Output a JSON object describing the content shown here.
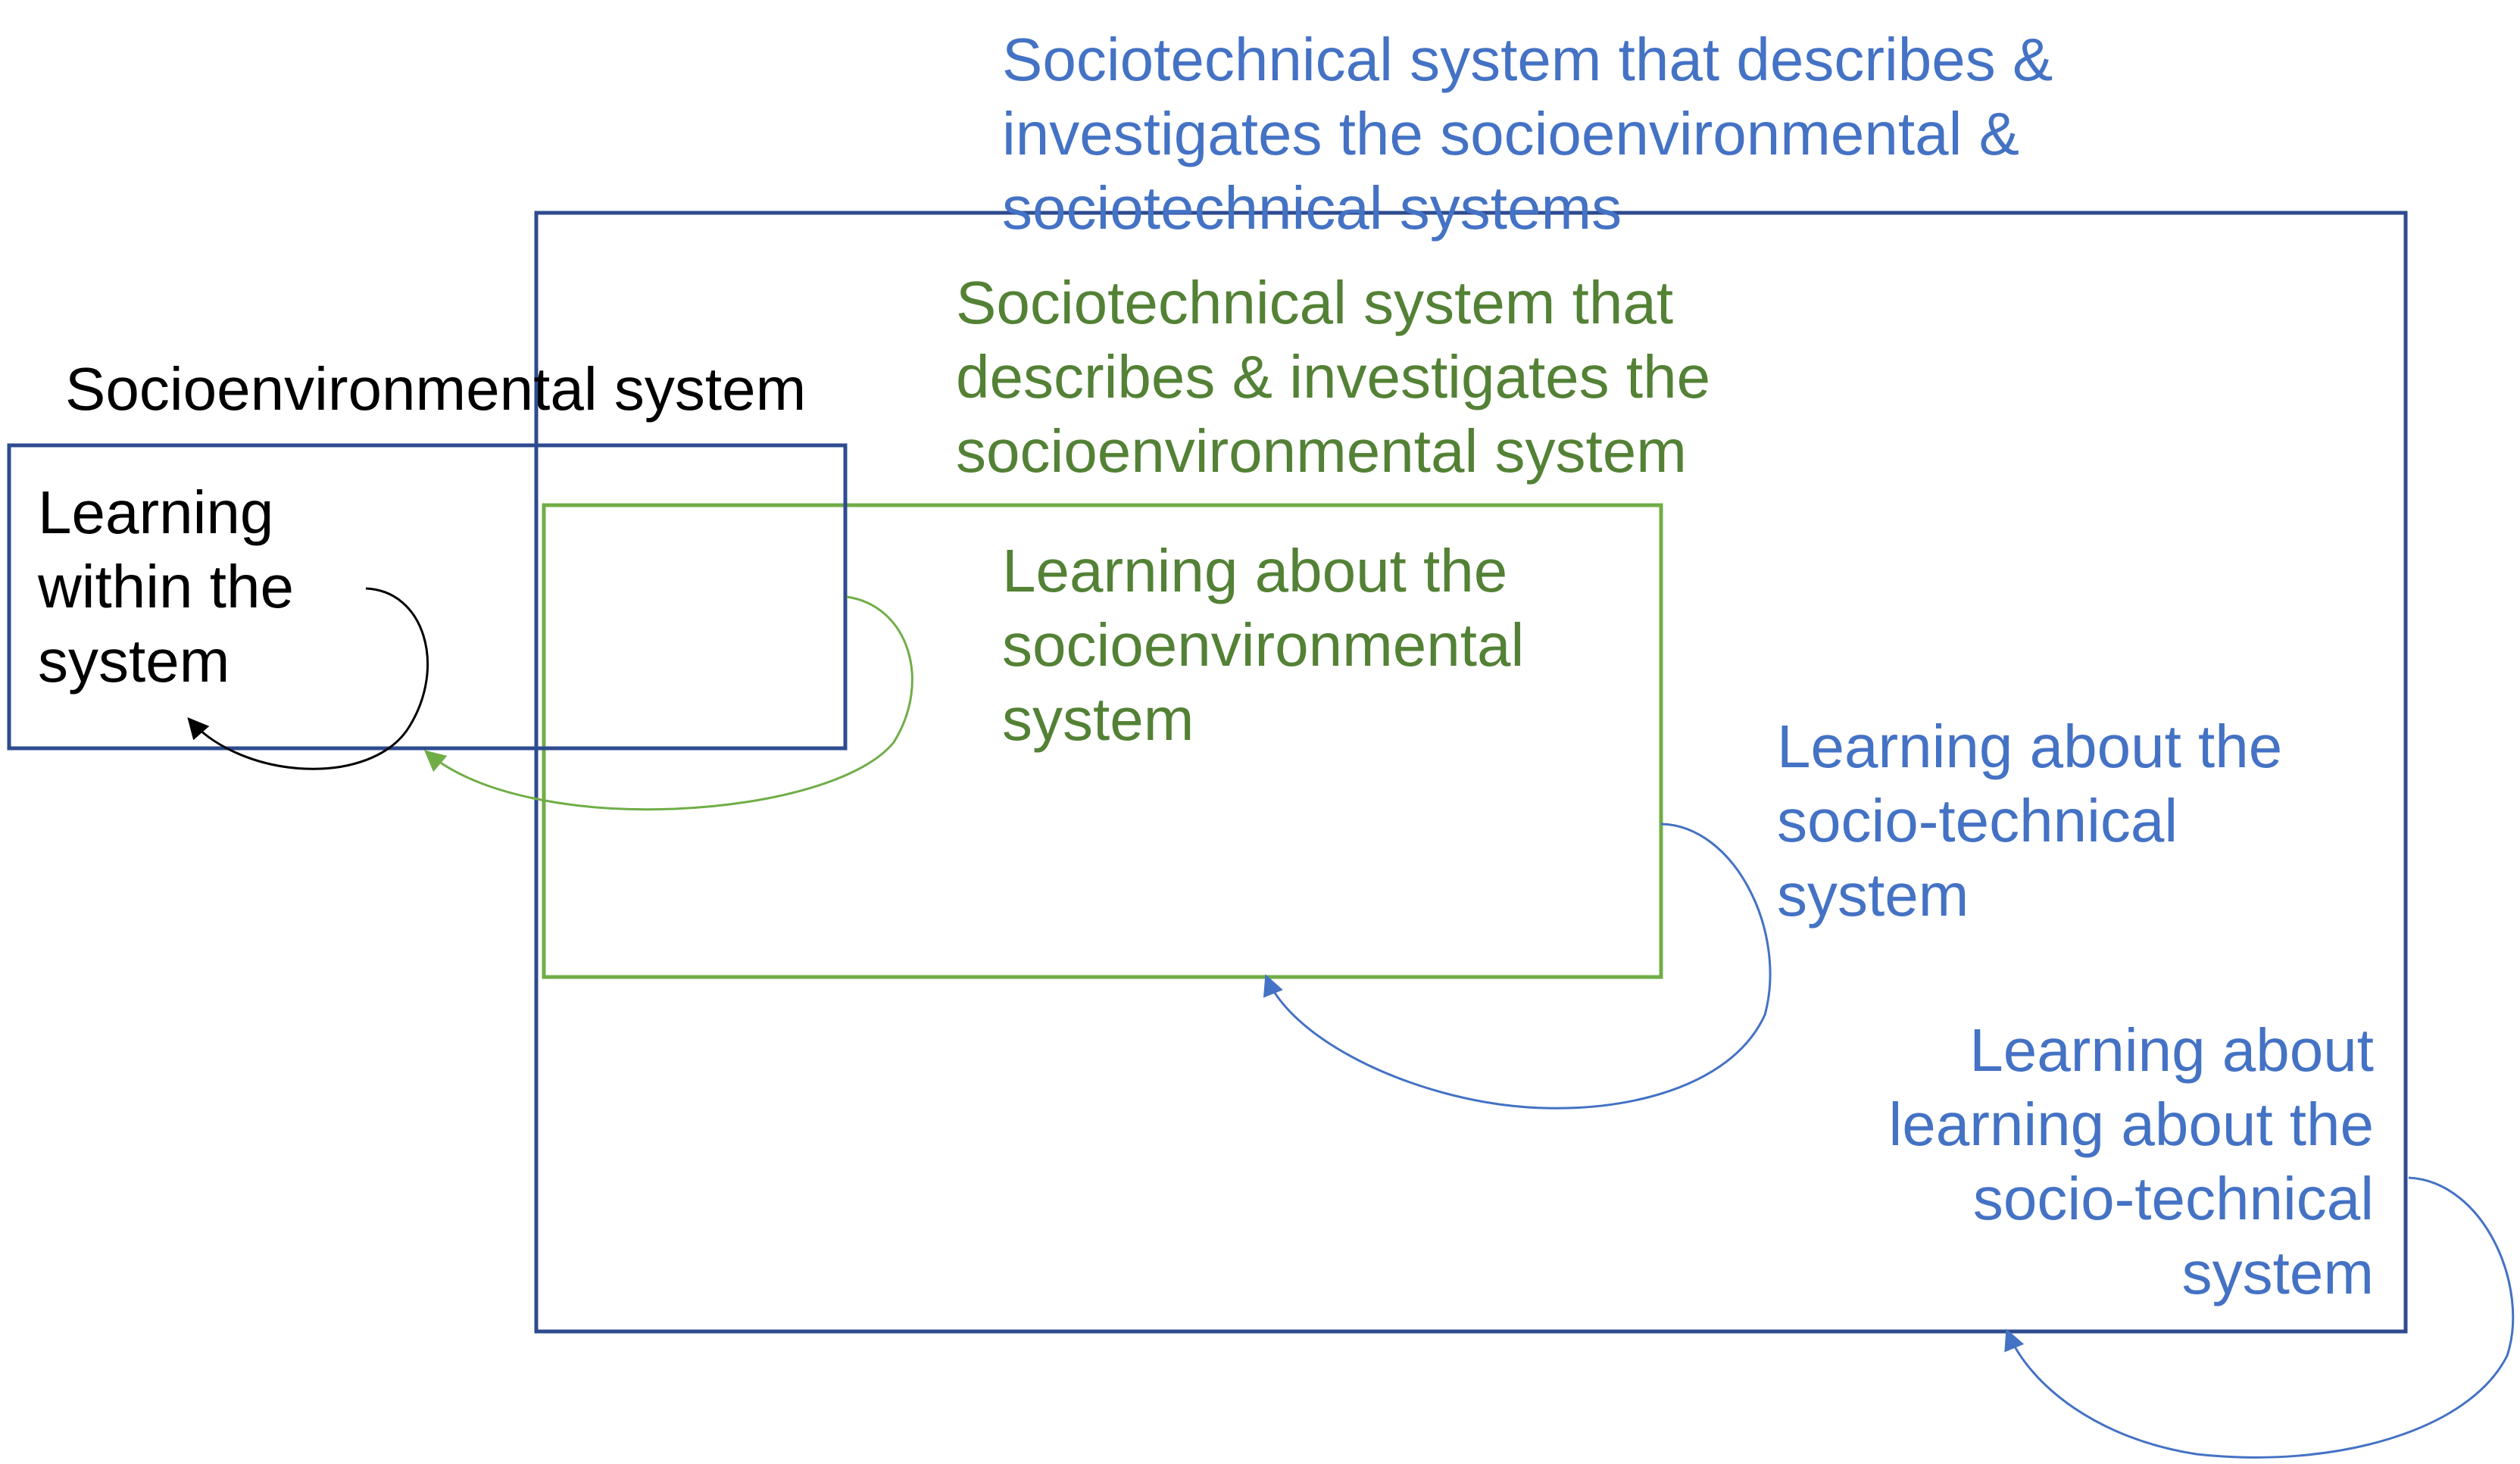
{
  "colors": {
    "black": "#000000",
    "navy": "#2e4b8f",
    "blue": "#4472c4",
    "green": "#70ad47",
    "dark_green": "#538135"
  },
  "labels": {
    "outer_system_title": "Sociotechnical system that describes &\ninvestigates the socioenvironmental &\nsociotechnical systems",
    "inner_system_title": "Sociotechnical system that\ndescribes & investigates the\nsocioenvironmental system",
    "socioenvironmental_title": "Socioenvironmental system",
    "learning_within": "Learning\nwithin the\nsystem",
    "learning_about_socioenvironmental": "Learning about the\nsocioenvironmental\nsystem",
    "learning_about_sociotechnical": "Learning about the\nsocio-technical\nsystem",
    "learning_about_learning": "Learning about\nlearning about the\nsocio-technical\nsystem"
  }
}
